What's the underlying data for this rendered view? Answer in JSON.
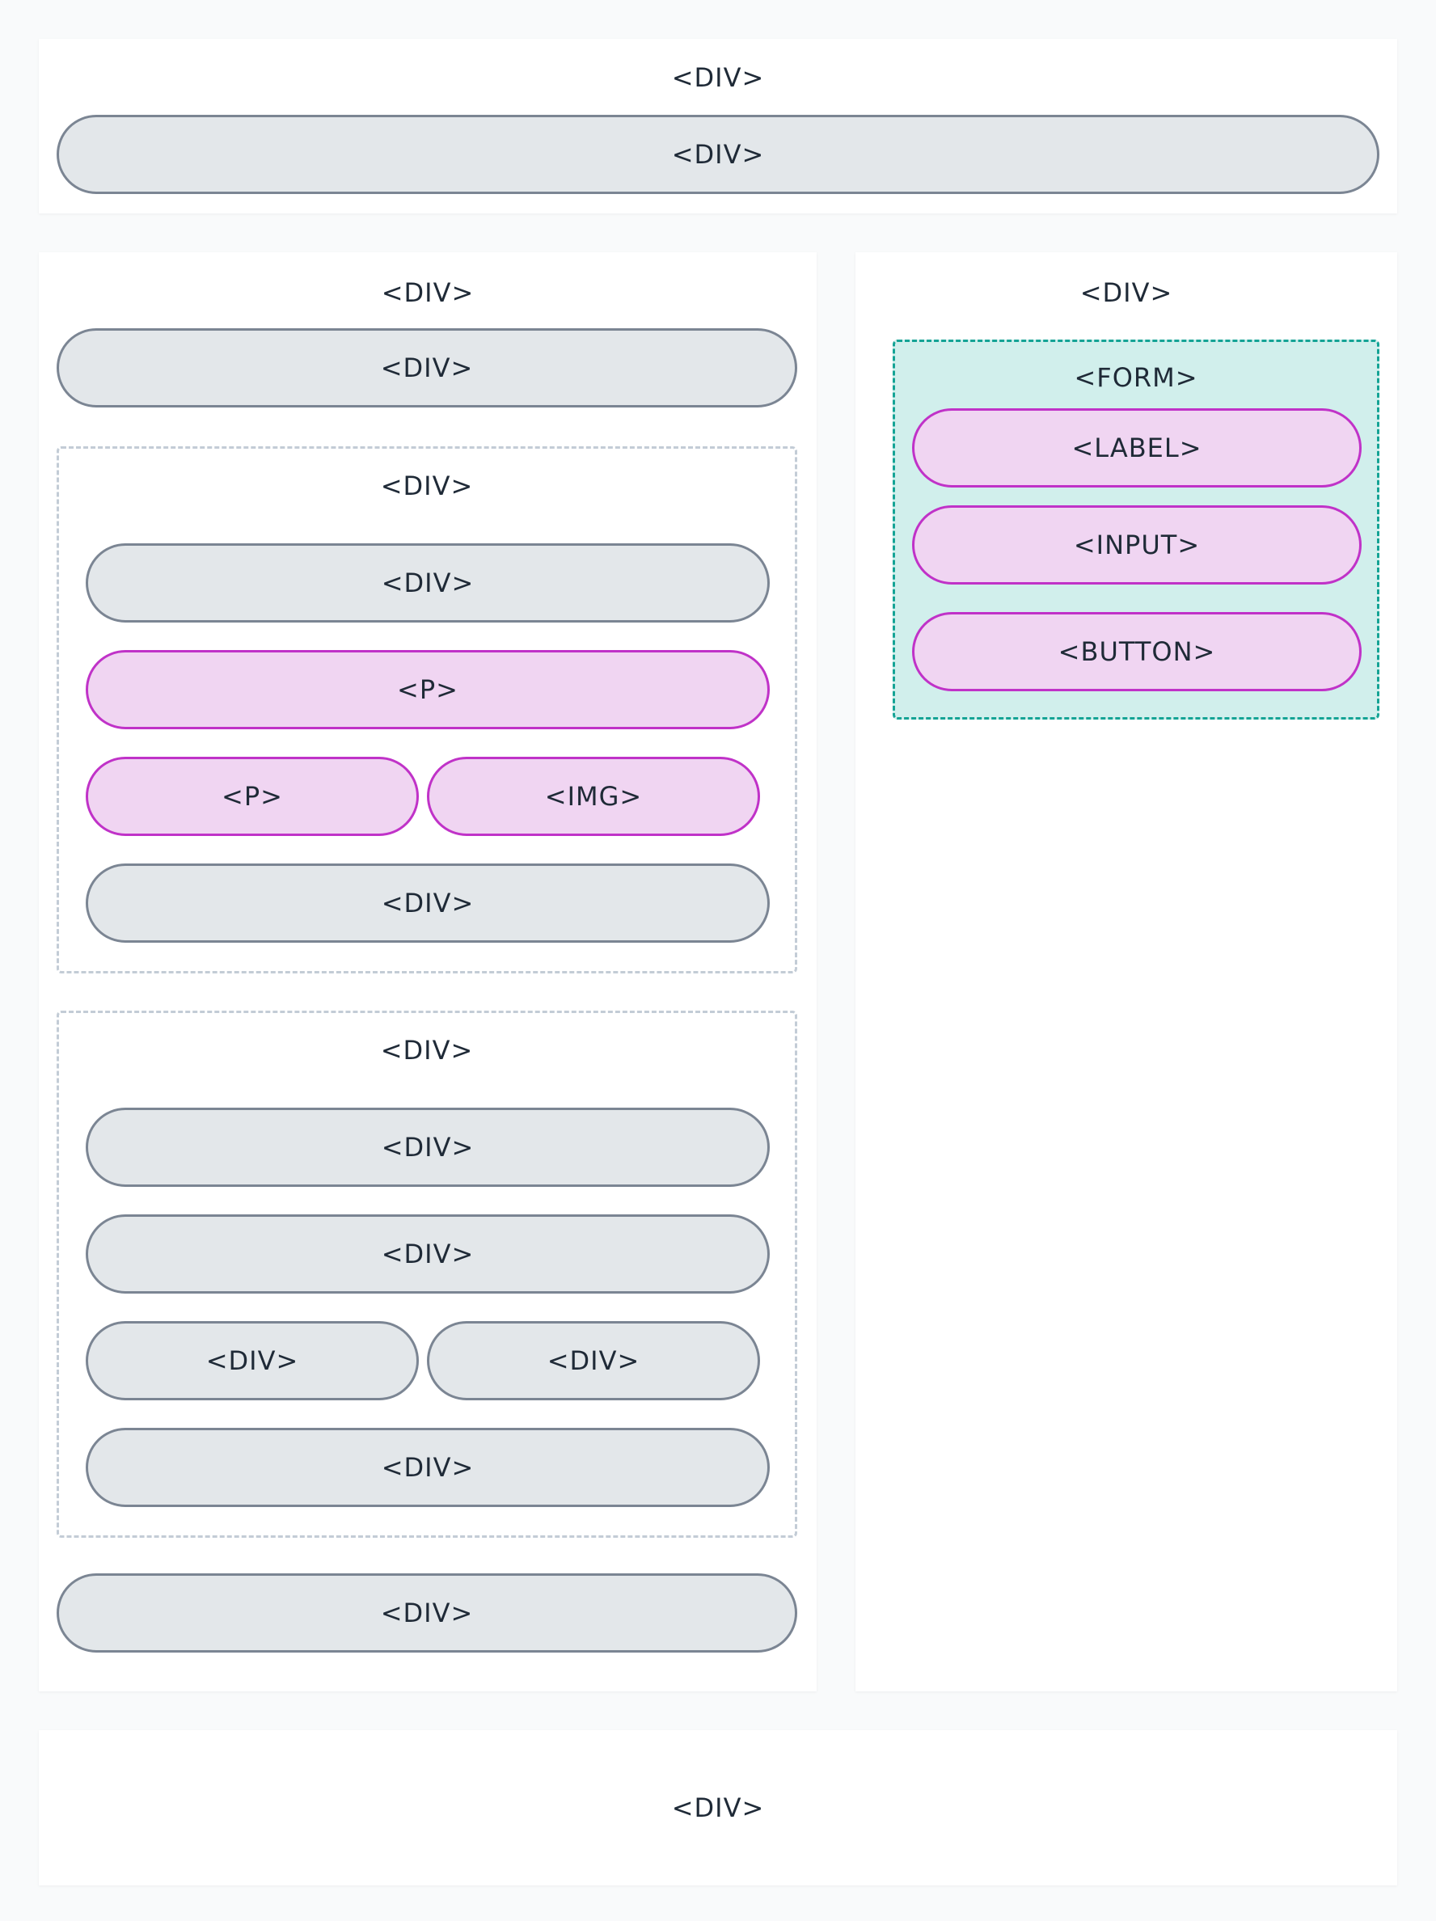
{
  "header": {
    "container_label": "<DIV>",
    "bar_label": "<DIV>"
  },
  "left": {
    "container_label": "<DIV>",
    "top_bar": "<DIV>",
    "group1": {
      "label": "<DIV>",
      "row1": "<DIV>",
      "row2": "<P>",
      "row3_left": "<P>",
      "row3_right": "<IMG>",
      "row4": "<DIV>"
    },
    "group2": {
      "label": "<DIV>",
      "row1": "<DIV>",
      "row2": "<DIV>",
      "row3_left": "<DIV>",
      "row3_right": "<DIV>",
      "row4": "<DIV>"
    },
    "bottom_bar": "<DIV>"
  },
  "right": {
    "container_label": "<DIV>",
    "form": {
      "label": "<FORM>",
      "label_el": "<LABEL>",
      "input_el": "<INPUT>",
      "button_el": "<BUTTON>"
    }
  },
  "footer": {
    "container_label": "<DIV>"
  },
  "colors": {
    "div_fill": "#e3e7ea",
    "div_stroke": "#7b8593",
    "element_fill": "#f0d5f2",
    "element_stroke": "#c032c8",
    "form_fill": "#d1efec",
    "form_stroke": "#14a395"
  }
}
